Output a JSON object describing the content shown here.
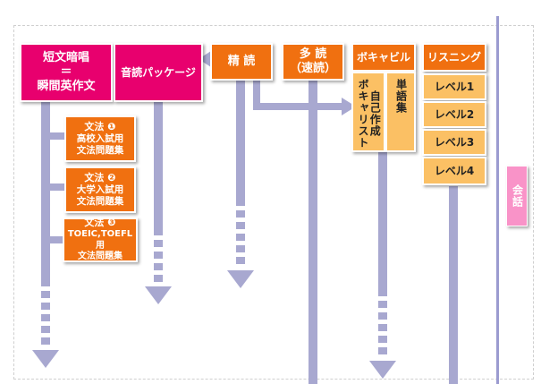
{
  "boxes": {
    "tanbun": "短文暗唱\n＝\n瞬間英作文",
    "ondoku": "音読パッケージ",
    "seidoku": "精 読",
    "tadoku": "多 読\n（速読）",
    "vocab": "ボキャビル",
    "listening": "リスニング",
    "jiko": "自己作成\nボキャリスト",
    "tango": "単語集",
    "level1": "レベル1",
    "level2": "レベル2",
    "level3": "レベル3",
    "level4": "レベル4",
    "kaiwa": "会話",
    "bunpo1_title": "文法 ❶",
    "bunpo1_body": "高校入試用\n文法問題集",
    "bunpo2_title": "文法 ❷",
    "bunpo2_body": "大学入試用\n文法問題集",
    "bunpo3_title": "文法 ❸",
    "bunpo3_body": "TOEIC,TOEFL用\n文法問題集"
  },
  "colors": {
    "pink": "#e8006e",
    "orange": "#f07010",
    "light_orange": "#fbc064",
    "arrow": "#a8a8d0",
    "kaiwa_pink": "#f993c8"
  }
}
